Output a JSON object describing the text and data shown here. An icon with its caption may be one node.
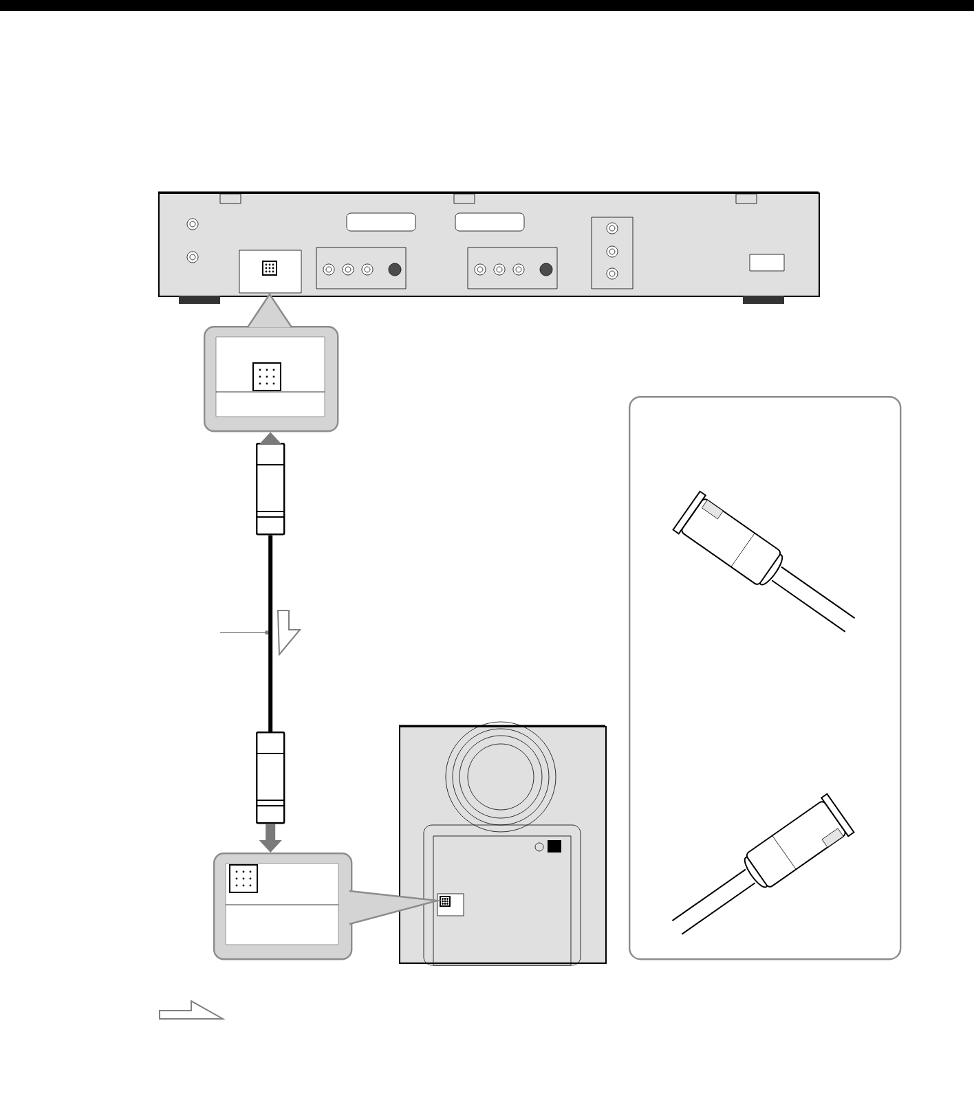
{
  "diagram": {
    "nodes": [
      {
        "text": [],
        "shape": "picture"
      },
      {
        "text": [],
        "shape": "box"
      },
      {
        "text": [],
        "shape": "plug"
      },
      {
        "text": [],
        "shape": "plug"
      },
      {
        "text": [],
        "shape": "box"
      },
      {
        "text": [],
        "shape": "picture"
      },
      {
        "text": [],
        "shape": "box"
      }
    ],
    "edges": [
      {
        "from": 2,
        "to": 1,
        "arrow": "to",
        "style": "thick",
        "color": "#7a7a7a"
      },
      {
        "from": 2,
        "to": 3,
        "arrow": "none"
      },
      {
        "from": 3,
        "to": 4,
        "arrow": "to",
        "style": "thick",
        "color": "#7a7a7a"
      }
    ]
  }
}
